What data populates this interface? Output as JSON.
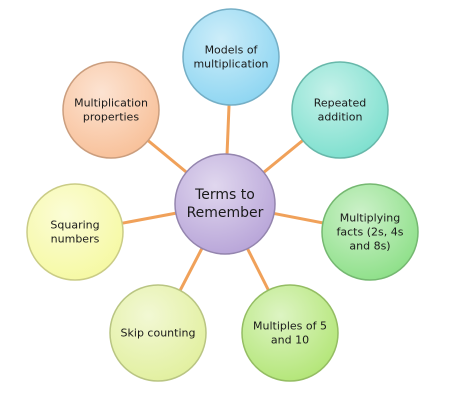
{
  "diagram": {
    "center": {
      "lines": [
        "Terms to",
        "Remember"
      ],
      "color": "#b9a6d9"
    },
    "connector_color": "#f0a15a",
    "nodes": [
      {
        "lines": [
          "Models of",
          "multiplication"
        ],
        "color": "#8fd6f2"
      },
      {
        "lines": [
          "Repeated",
          "addition"
        ],
        "color": "#7fe0cf"
      },
      {
        "lines": [
          "Multiplying",
          "facts (2s, 4s",
          "and 8s)"
        ],
        "color": "#8fe08a"
      },
      {
        "lines": [
          "Multiples of 5",
          "and 10"
        ],
        "color": "#b4e679"
      },
      {
        "lines": [
          "Skip counting"
        ],
        "color": "#e2f0a0"
      },
      {
        "lines": [
          "Squaring",
          "numbers"
        ],
        "color": "#f6f9a4"
      },
      {
        "lines": [
          "Multiplication",
          "properties"
        ],
        "color": "#f8c19a"
      }
    ]
  }
}
